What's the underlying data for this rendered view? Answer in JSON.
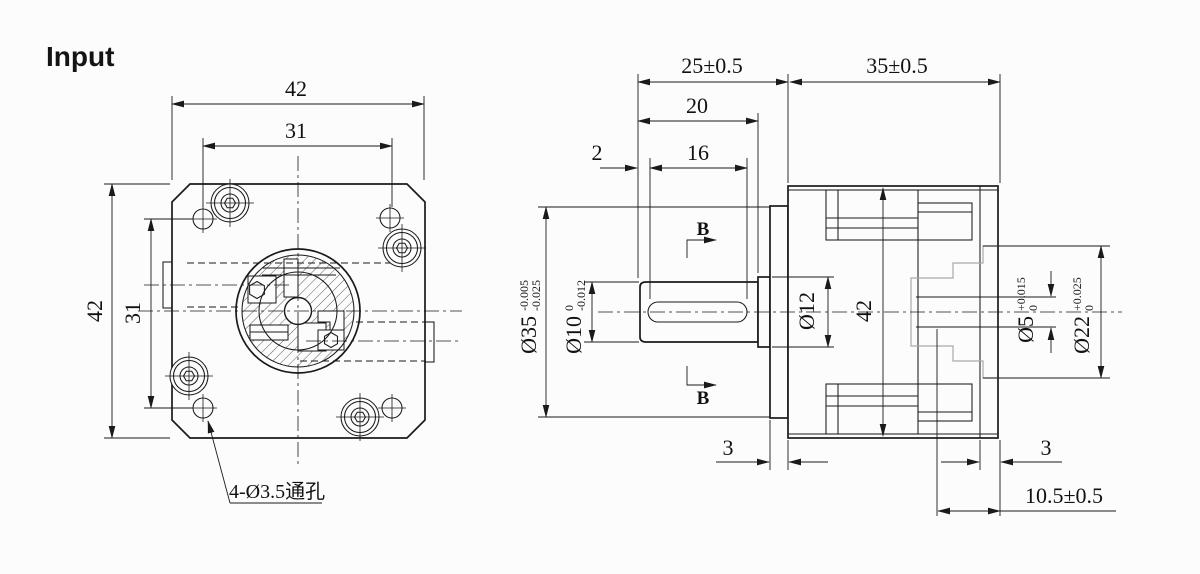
{
  "title": "Input",
  "colors": {
    "line": "#1a1a1a",
    "phantom": "#a9a9a9",
    "background": "#fcfcfc"
  },
  "front_view": {
    "dim_width": "42",
    "dim_bolt_h": "31",
    "dim_height": "42",
    "dim_bolt_v": "31",
    "note_holes": "4-Ø3.5通孔"
  },
  "side_view": {
    "dim_shaft_overall": "25±0.5",
    "dim_body_length": "35±0.5",
    "dim_shaft_length": "20",
    "dim_key_length": "16",
    "dim_key_offset": "2",
    "dim_pilot": {
      "dia": "Ø35",
      "tol_up": "-0.005",
      "tol_low": "-0.025"
    },
    "dim_shaft": {
      "dia": "Ø10",
      "tol_up": "0",
      "tol_low": "-0.012"
    },
    "dim_boss": {
      "dia": "Ø12"
    },
    "dim_body_height": "42",
    "dim_bore": {
      "dia": "Ø5",
      "tol_up": "+0.015",
      "tol_low": "0"
    },
    "dim_recess": {
      "dia": "Ø22",
      "tol_up": "+0.025",
      "tol_low": "0"
    },
    "dim_pilot_thickness": "3",
    "dim_rear_thickness": "3",
    "dim_rear_depth": "10.5±0.5",
    "section_label_top": "B",
    "section_label_bottom": "B"
  }
}
